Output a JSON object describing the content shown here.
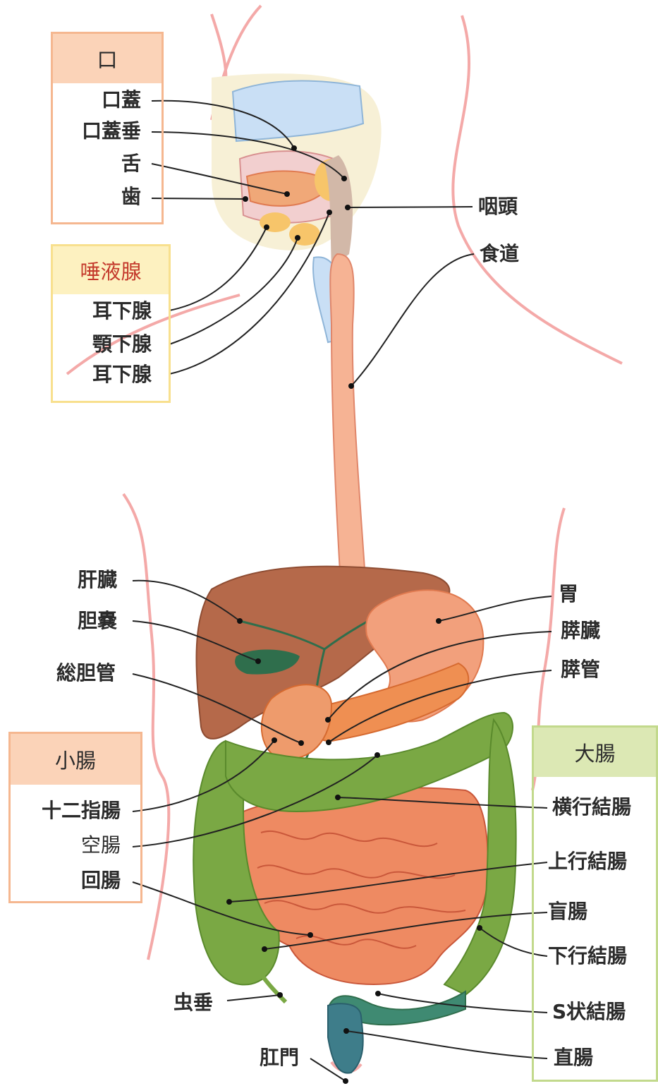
{
  "mouth": {
    "title": "口",
    "items": [
      "口蓋",
      "口蓋垂",
      "舌",
      "歯"
    ]
  },
  "salivary": {
    "title": "唾液腺",
    "items": [
      "耳下腺",
      "顎下腺",
      "耳下腺"
    ]
  },
  "small_intestine": {
    "title": "小腸",
    "items": [
      "十二指腸",
      "空腸",
      "回腸"
    ]
  },
  "large_intestine": {
    "title": "大腸",
    "items": [
      "横行結腸",
      "上行結腸",
      "盲腸",
      "下行結腸",
      "S状結腸",
      "直腸"
    ]
  },
  "right_labels": {
    "pharynx": "咽頭",
    "esophagus": "食道",
    "stomach": "胃",
    "pancreas": "膵臓",
    "pancreatic_duct": "膵管"
  },
  "left_labels": {
    "liver": "肝臓",
    "gallbladder": "胆嚢",
    "common_bile_duct": "総胆管",
    "appendix": "虫垂",
    "anus": "肛門"
  },
  "colors": {
    "mouth_header": "#fbd3b8",
    "mouth_border": "#f5b790",
    "salivary_header": "#fdf1c0",
    "salivary_border": "#f8e08e",
    "salivary_title": "#c43a2c",
    "small_header": "#fbd3b8",
    "large_header": "#dce8b4",
    "large_border": "#c2d98c",
    "esophagus": "#f6b394",
    "liver": "#b5694a",
    "stomach": "#f2a07c",
    "small_intestine": "#ee8a62",
    "large_intestine": "#7aa844",
    "rectum": "#3e7d8a",
    "body_outline": "#f4a9a8"
  }
}
